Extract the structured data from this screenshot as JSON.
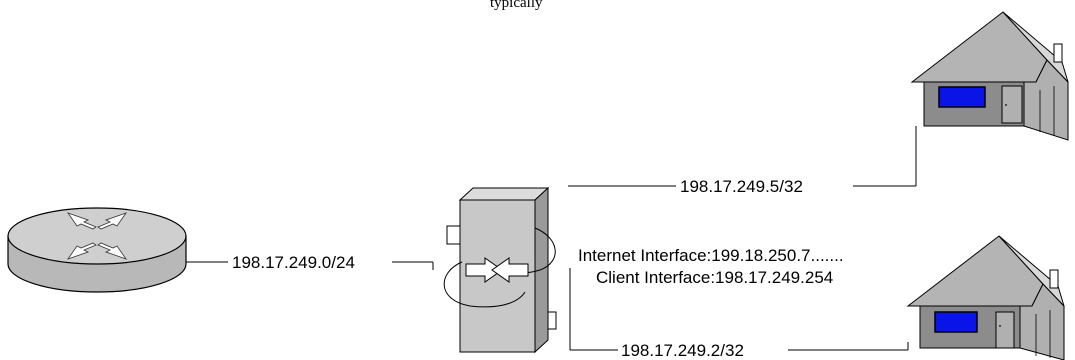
{
  "top_caption": "typically",
  "router": {
    "icon": "router-icon"
  },
  "gateway": {
    "icon": "gateway-switch-icon"
  },
  "home_top": {
    "icon": "house-icon"
  },
  "home_bottom": {
    "icon": "house-icon"
  },
  "links": {
    "router_to_gateway": "198.17.249.0/24",
    "gateway_to_home_top": "198.17.249.5/32",
    "gateway_to_home_bottom": "198.17.249.2/32"
  },
  "gateway_info": {
    "internet_interface": "Internet Interface:199.18.250.7.......",
    "client_interface": "Client Interface:198.17.249.254"
  }
}
